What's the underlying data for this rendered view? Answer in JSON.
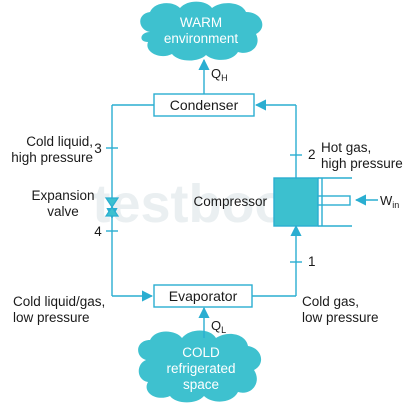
{
  "clouds": {
    "warm_line1": "WARM",
    "warm_line2": "environment",
    "cold_line1": "COLD",
    "cold_line2": "refrigerated",
    "cold_line3": "space"
  },
  "components": {
    "condenser": "Condenser",
    "evaporator": "Evaporator",
    "compressor": "Compressor",
    "expansion_line1": "Expansion",
    "expansion_line2": "valve"
  },
  "heat": {
    "qh": "Q",
    "qh_sub": "H",
    "ql": "Q",
    "ql_sub": "L",
    "win": "W",
    "win_sub": "in"
  },
  "states": {
    "s1": "1",
    "s2": "2",
    "s3": "3",
    "s4": "4",
    "s3_line1": "Cold liquid,",
    "s3_line2": "high pressure",
    "s2_line1": "Hot gas,",
    "s2_line2": "high pressure",
    "s4_line1": "Cold liquid/gas,",
    "s4_line2": "low pressure",
    "s1_line1": "Cold gas,",
    "s1_line2": "low pressure"
  },
  "watermark": "testbook",
  "colors": {
    "line": "#2aaed1",
    "fill": "#3cc0cf",
    "cloud": "#3ec1cf",
    "text": "#1a1a1a"
  }
}
